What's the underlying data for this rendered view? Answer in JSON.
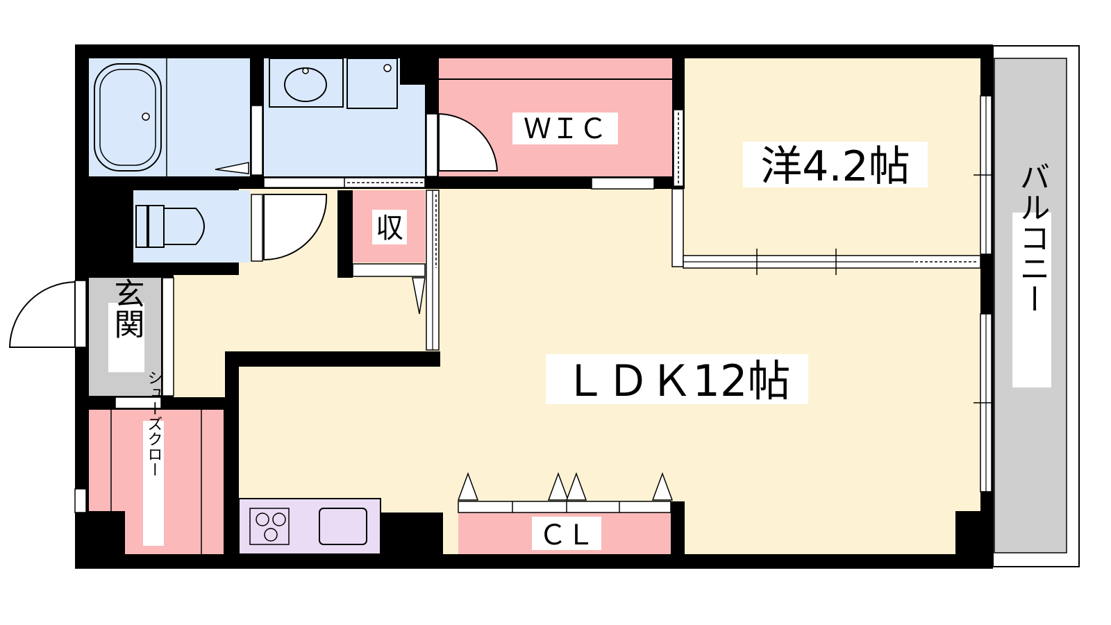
{
  "rooms": {
    "wic": {
      "label": "ＷＩＣ"
    },
    "western": {
      "label": "洋4.2帖"
    },
    "storage": {
      "label": "収"
    },
    "entrance": {
      "label": "玄関"
    },
    "shoes": {
      "label": "シューズクロー"
    },
    "ldk": {
      "label": "ＬＤＫ12帖"
    },
    "closet": {
      "label": "ＣＬ"
    },
    "balcony": {
      "label": "バルコニー"
    }
  },
  "colors": {
    "wall": "#000000",
    "living": "#fdf2d3",
    "wet": "#d9e9fb",
    "closet": "#fbb9b9",
    "kitchen": "#e9dcf4",
    "entrance": "#cccccc",
    "balcony": "#cfcfcf"
  }
}
